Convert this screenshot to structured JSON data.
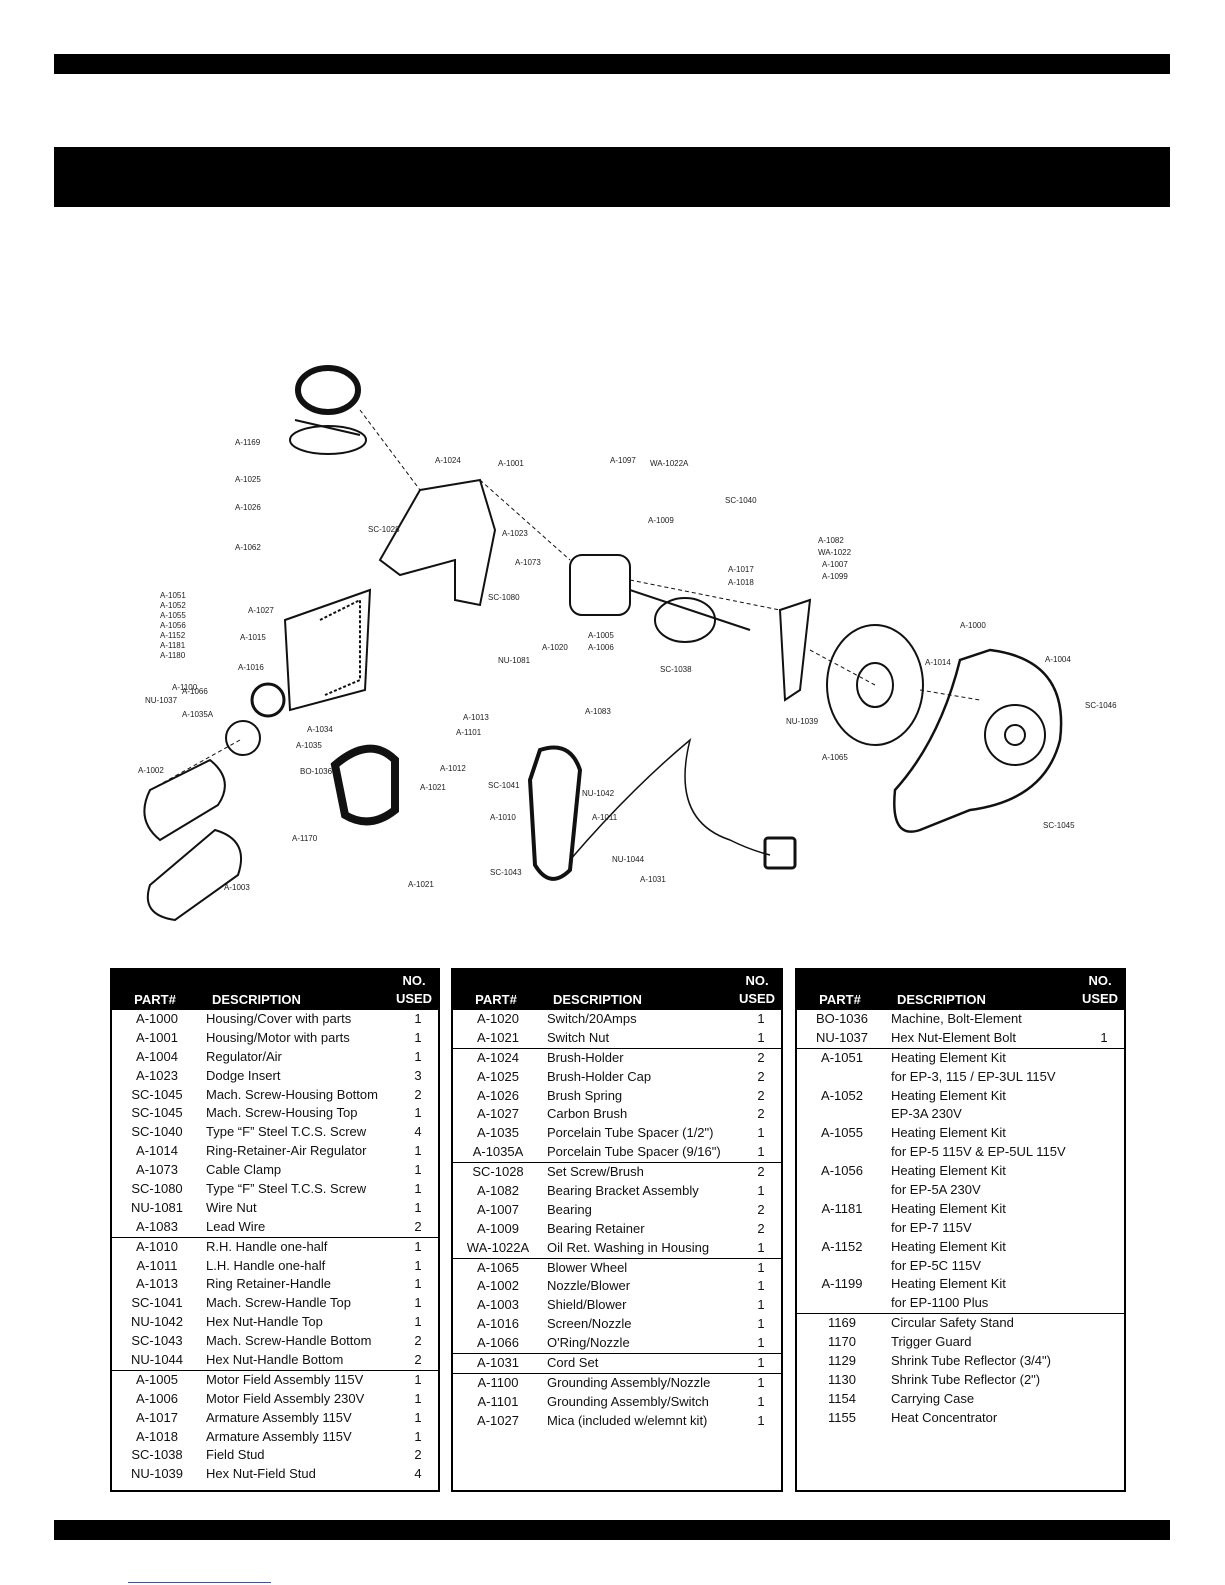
{
  "colors": {
    "bars": "#000000",
    "text": "#111111",
    "link": "#3a4bd8"
  },
  "diagram": {
    "labels": [
      "A-1169",
      "A-1025",
      "A-1026",
      "A-1062",
      "A-1024",
      "A-1001",
      "SC-1028",
      "A-1097",
      "WA-1022A",
      "A-1009",
      "SC-1040",
      "A-1023",
      "A-1073",
      "SC-1080",
      "A-1017",
      "A-1018",
      "A-1082",
      "WA-1022",
      "A-1007",
      "A-1099",
      "A-1051",
      "A-1052",
      "A-1055",
      "A-1056",
      "A-1152",
      "A-1181",
      "A-1180",
      "A-1027",
      "A-1015",
      "A-1016",
      "A-1100",
      "NU-1037",
      "A-1066",
      "A-1035A",
      "A-1034",
      "A-1035",
      "A-1002",
      "A-1003",
      "BO-1036",
      "A-1170",
      "A-1020",
      "NU-1081",
      "A-1005",
      "A-1006",
      "SC-1038",
      "A-1013",
      "A-1101",
      "A-1083",
      "A-1012",
      "A-1021",
      "A-1021",
      "SC-1041",
      "NU-1042",
      "A-1010",
      "A-1011",
      "SC-1043",
      "NU-1044",
      "A-1031",
      "A-1000",
      "A-1014",
      "A-1004",
      "A-1065",
      "NU-1039",
      "SC-1046",
      "SC-1045"
    ]
  },
  "table1": {
    "header": {
      "part": "PART#",
      "desc": "DESCRIPTION",
      "no": "NO.",
      "used": "USED"
    },
    "rows": [
      {
        "part": "A-1000",
        "desc": "Housing/Cover with parts",
        "no": "1"
      },
      {
        "part": "A-1001",
        "desc": "Housing/Motor with parts",
        "no": "1"
      },
      {
        "part": "A-1004",
        "desc": "Regulator/Air",
        "no": "1"
      },
      {
        "part": "A-1023",
        "desc": "Dodge Insert",
        "no": "3"
      },
      {
        "part": "SC-1045",
        "desc": "Mach. Screw-Housing Bottom",
        "no": "2"
      },
      {
        "part": "SC-1045",
        "desc": "Mach. Screw-Housing Top",
        "no": "1"
      },
      {
        "part": "SC-1040",
        "desc": "Type “F” Steel T.C.S. Screw",
        "no": "4"
      },
      {
        "part": "A-1014",
        "desc": "Ring-Retainer-Air Regulator",
        "no": "1"
      },
      {
        "part": "A-1073",
        "desc": "Cable Clamp",
        "no": "1"
      },
      {
        "part": "SC-1080",
        "desc": "Type “F” Steel T.C.S. Screw",
        "no": "1"
      },
      {
        "part": "NU-1081",
        "desc": "Wire Nut",
        "no": "1"
      },
      {
        "part": "A-1083",
        "desc": "Lead Wire",
        "no": "2"
      },
      {
        "part": "A-1010",
        "desc": "R.H. Handle one-half",
        "no": "1"
      },
      {
        "part": "A-1011",
        "desc": "L.H. Handle one-half",
        "no": "1"
      },
      {
        "part": "A-1013",
        "desc": "Ring Retainer-Handle",
        "no": "1"
      },
      {
        "part": "SC-1041",
        "desc": "Mach. Screw-Handle Top",
        "no": "1"
      },
      {
        "part": "NU-1042",
        "desc": "Hex Nut-Handle Top",
        "no": "1"
      },
      {
        "part": "SC-1043",
        "desc": "Mach. Screw-Handle Bottom",
        "no": "2"
      },
      {
        "part": "NU-1044",
        "desc": "Hex Nut-Handle Bottom",
        "no": "2"
      },
      {
        "part": "A-1005",
        "desc": "Motor Field Assembly 115V",
        "no": "1"
      },
      {
        "part": "A-1006",
        "desc": "Motor Field Assembly 230V",
        "no": "1"
      },
      {
        "part": "A-1017",
        "desc": "Armature Assembly 115V",
        "no": "1"
      },
      {
        "part": "A-1018",
        "desc": "Armature Assembly 115V",
        "no": "1"
      },
      {
        "part": "SC-1038",
        "desc": "Field Stud",
        "no": "2"
      },
      {
        "part": "NU-1039",
        "desc": "Hex Nut-Field Stud",
        "no": "4"
      }
    ]
  },
  "table2": {
    "header": {
      "part": "PART#",
      "desc": "DESCRIPTION",
      "no": "NO.",
      "used": "USED"
    },
    "rows": [
      {
        "part": "A-1020",
        "desc": "Switch/20Amps",
        "no": "1"
      },
      {
        "part": "A-1021",
        "desc": "Switch Nut",
        "no": "1"
      },
      {
        "part": "A-1024",
        "desc": "Brush-Holder",
        "no": "2"
      },
      {
        "part": "A-1025",
        "desc": "Brush-Holder Cap",
        "no": "2"
      },
      {
        "part": "A-1026",
        "desc": "Brush Spring",
        "no": "2"
      },
      {
        "part": "A-1027",
        "desc": "Carbon Brush",
        "no": "2"
      },
      {
        "part": "A-1035",
        "desc": "Porcelain Tube Spacer (1/2\")",
        "no": "1"
      },
      {
        "part": "A-1035A",
        "desc": "Porcelain Tube Spacer (9/16\")",
        "no": "1"
      },
      {
        "part": "SC-1028",
        "desc": "Set Screw/Brush",
        "no": "2"
      },
      {
        "part": "A-1082",
        "desc": "Bearing Bracket Assembly",
        "no": "1"
      },
      {
        "part": "A-1007",
        "desc": "Bearing",
        "no": "2"
      },
      {
        "part": "A-1009",
        "desc": "Bearing Retainer",
        "no": "2"
      },
      {
        "part": "WA-1022A",
        "desc": "Oil Ret. Washing in Housing",
        "no": "1"
      },
      {
        "part": "A-1065",
        "desc": "Blower Wheel",
        "no": "1"
      },
      {
        "part": "A-1002",
        "desc": "Nozzle/Blower",
        "no": "1"
      },
      {
        "part": "A-1003",
        "desc": "Shield/Blower",
        "no": "1"
      },
      {
        "part": "A-1016",
        "desc": "Screen/Nozzle",
        "no": "1"
      },
      {
        "part": "A-1066",
        "desc": "O'Ring/Nozzle",
        "no": "1"
      },
      {
        "part": "A-1031",
        "desc": "Cord Set",
        "no": "1"
      },
      {
        "part": "A-1100",
        "desc": "Grounding Assembly/Nozzle",
        "no": "1"
      },
      {
        "part": "A-1101",
        "desc": "Grounding Assembly/Switch",
        "no": "1"
      },
      {
        "part": "A-1027",
        "desc": "Mica (included w/elemnt kit)",
        "no": "1"
      }
    ]
  },
  "table3": {
    "header": {
      "part": "PART#",
      "desc": "DESCRIPTION",
      "no": "NO.",
      "used": "USED"
    },
    "rows": [
      {
        "part": "BO-1036",
        "desc": "Machine, Bolt-Element",
        "no": ""
      },
      {
        "part": "NU-1037",
        "desc": "Hex Nut-Element Bolt",
        "no": "1"
      },
      {
        "part": "A-1051",
        "desc": "Heating Element Kit",
        "no": ""
      },
      {
        "part": "",
        "desc": "for EP-3, 115 / EP-3UL 115V",
        "no": ""
      },
      {
        "part": "A-1052",
        "desc": "Heating Element Kit",
        "no": ""
      },
      {
        "part": "",
        "desc": "EP-3A 230V",
        "no": ""
      },
      {
        "part": "A-1055",
        "desc": "Heating Element Kit",
        "no": ""
      },
      {
        "part": "",
        "desc": "for EP-5 115V & EP-5UL 115V",
        "no": ""
      },
      {
        "part": "A-1056",
        "desc": "Heating Element Kit",
        "no": ""
      },
      {
        "part": "",
        "desc": "for EP-5A 230V",
        "no": ""
      },
      {
        "part": "A-1181",
        "desc": "Heating Element Kit",
        "no": ""
      },
      {
        "part": "",
        "desc": "for EP-7 115V",
        "no": ""
      },
      {
        "part": "A-1152",
        "desc": "Heating Element Kit",
        "no": ""
      },
      {
        "part": "",
        "desc": "for EP-5C 115V",
        "no": ""
      },
      {
        "part": "A-1199",
        "desc": "Heating Element Kit",
        "no": ""
      },
      {
        "part": "",
        "desc": "for EP-1100 Plus",
        "no": ""
      },
      {
        "part": "1169",
        "desc": "Circular Safety Stand",
        "no": ""
      },
      {
        "part": "1170",
        "desc": "Trigger Guard",
        "no": ""
      },
      {
        "part": "1129",
        "desc": "Shrink Tube Reflector (3/4\")",
        "no": ""
      },
      {
        "part": "1130",
        "desc": "Shrink Tube Reflector (2\")",
        "no": ""
      },
      {
        "part": "1154",
        "desc": "Carrying Case",
        "no": ""
      },
      {
        "part": "1155",
        "desc": " Heat Concentrator",
        "no": ""
      }
    ]
  }
}
